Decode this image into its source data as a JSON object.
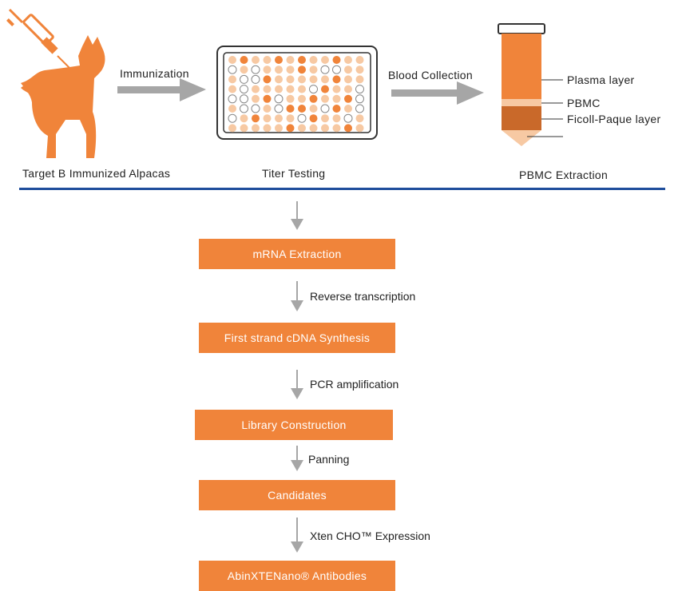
{
  "top": {
    "stage1_caption": "Target B Immunized Alpacas",
    "stage2_caption": "Titer Testing",
    "stage3_caption": "PBMC Extraction",
    "arrow1_label": "Immunization",
    "arrow2_label": "Blood Collection",
    "tube_labels": {
      "plasma": "Plasma layer",
      "pbmc": "PBMC",
      "ficoll": "Ficoll-Paque layer"
    }
  },
  "flow": {
    "steps": [
      "mRNA Extraction",
      "First strand cDNA Synthesis",
      "Library Construction",
      "Candidates",
      "AbinXTENano® Antibodies"
    ],
    "transitions": [
      "Reverse transcription",
      "PCR  amplification",
      "Panning",
      "Xten CHO™ Expression"
    ]
  },
  "colors": {
    "orange": "#f0843a",
    "dark_orange": "#c9692a",
    "light_orange": "#f7c9a3",
    "gray_arrow": "#a6a6a6",
    "divider_blue": "#1f4e9c"
  },
  "plate": {
    "rows": 8,
    "cols": 12,
    "pattern": [
      "LOLLOLOLLOLL",
      "ELELLLOLEELL",
      "LEEOLLLLLOLL",
      "LELLLLLEOLLE",
      "EELOELLOLLOE",
      "LEELEOOLEOLE",
      "ELOLLLEOLLEL",
      "LLLLLOLLLLOL"
    ]
  }
}
